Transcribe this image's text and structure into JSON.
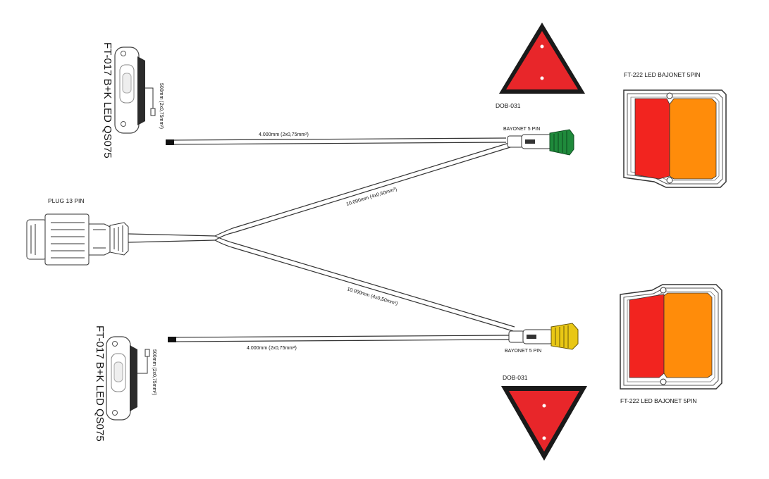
{
  "labels": {
    "marker_top": "FT-017 B+K LED QS075",
    "marker_bottom": "FT-017 B+K LED QS075",
    "marker_top_cable": "500mm (2x0,75mm²)",
    "marker_bottom_cable": "500mm (2x0,75mm²)",
    "triangle_top": "DOB-031",
    "triangle_bottom": "DOB-031",
    "lamp_top": "FT-222 LED BAJONET 5PIN",
    "lamp_bottom": "FT-222 LED BAJONET 5PIN",
    "bayonet_top": "BAYONET 5 PIN",
    "bayonet_bottom": "BAYONET 5 PIN",
    "plug": "PLUG 13 PIN",
    "cable_top": "4.000mm  (2x0,75mm²)",
    "cable_bottom": "4.000mm  (2x0,75mm²)",
    "branch_top": "10.000mm  (4x0,50mm²)",
    "branch_bottom": "10.000mm  (4x0,50mm²)"
  },
  "colors": {
    "triangle_red": "#e8262a",
    "lamp_red": "#f2241f",
    "lamp_amber": "#ff8c0a",
    "connector_green": "#1f8a3b",
    "connector_yellow": "#e9c715"
  }
}
